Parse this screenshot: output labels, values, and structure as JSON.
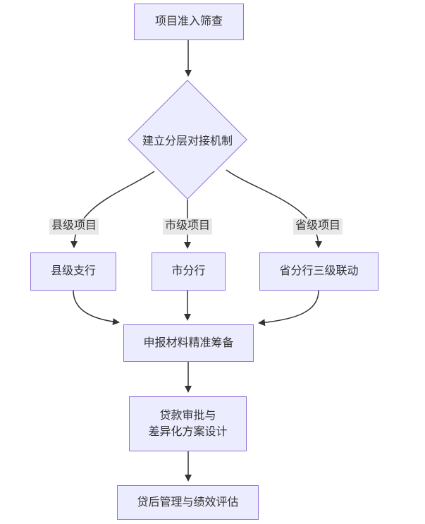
{
  "diagram": {
    "type": "flowchart",
    "direction": "top-down",
    "nodes": {
      "screening": {
        "label": "项目准入筛查",
        "shape": "rect"
      },
      "decision": {
        "label": "建立分层对接机制",
        "shape": "diamond"
      },
      "county": {
        "label": "县级支行",
        "shape": "rect"
      },
      "city": {
        "label": "市分行",
        "shape": "rect"
      },
      "province": {
        "label": "省分行三级联动",
        "shape": "rect"
      },
      "prep": {
        "label": "申报材料精准筹备",
        "shape": "rect"
      },
      "approval": {
        "label_line1": "贷款审批与",
        "label_line2": "差异化方案设计",
        "shape": "rect"
      },
      "post": {
        "label": "贷后管理与绩效评估",
        "shape": "rect"
      }
    },
    "edge_labels": {
      "county": "县级项目",
      "city": "市级项目",
      "province": "省级项目"
    },
    "edges": [
      {
        "from": "项目准入筛查",
        "to": "建立分层对接机制",
        "label": ""
      },
      {
        "from": "建立分层对接机制",
        "to": "县级支行",
        "label": "县级项目"
      },
      {
        "from": "建立分层对接机制",
        "to": "市分行",
        "label": "市级项目"
      },
      {
        "from": "建立分层对接机制",
        "to": "省分行三级联动",
        "label": "省级项目"
      },
      {
        "from": "县级支行",
        "to": "申报材料精准筹备",
        "label": ""
      },
      {
        "from": "市分行",
        "to": "申报材料精准筹备",
        "label": ""
      },
      {
        "from": "省分行三级联动",
        "to": "申报材料精准筹备",
        "label": ""
      },
      {
        "from": "申报材料精准筹备",
        "to": "贷款审批与 差异化方案设计",
        "label": ""
      },
      {
        "from": "贷款审批与 差异化方案设计",
        "to": "贷后管理与绩效评估",
        "label": ""
      }
    ],
    "colors": {
      "node_fill": "#ECECFF",
      "node_border": "#9370DB",
      "edge": "#333333",
      "edge_label_bg": "#e8e8e8",
      "text": "#333333",
      "background": "#ffffff"
    }
  }
}
